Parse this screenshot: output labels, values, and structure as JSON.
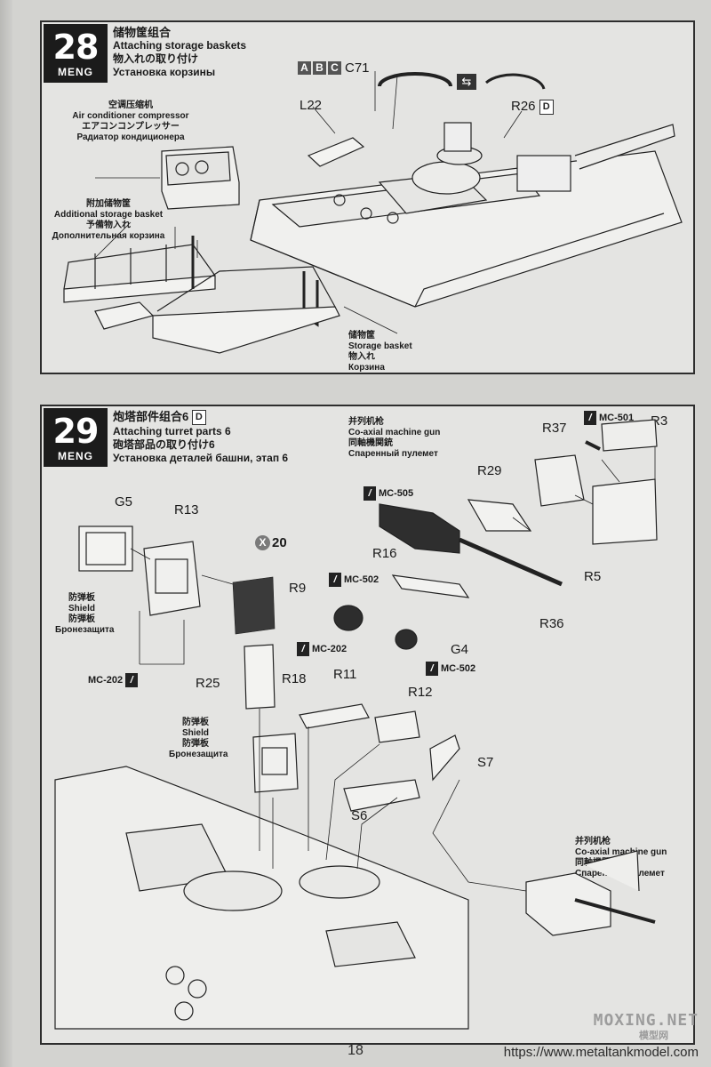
{
  "page_number": "18",
  "watermark": {
    "brand": "MOXING.NET",
    "sub": "模型网",
    "url": "https://www.metaltankmodel.com"
  },
  "step28": {
    "number": "28",
    "brand": "MENG",
    "title_zh": "储物筐组合",
    "title_en": "Attaching storage baskets",
    "title_jp": "物入れの取り付け",
    "title_ru": "Установка корзины",
    "air_conditioner": [
      "空调压缩机",
      "Air conditioner compressor",
      "エアコンコンプレッサー",
      "Радиатор кондиционера"
    ],
    "additional_basket": [
      "附加储物筐",
      "Additional storage basket",
      "予備物入れ",
      "Дополнительная корзина"
    ],
    "storage_basket": [
      "储物筐",
      "Storage basket",
      "物入れ",
      "Корзина"
    ],
    "sprue_letters": [
      "A",
      "B",
      "C"
    ],
    "parts": {
      "c71": "C71",
      "l22": "L22",
      "r26": "R26",
      "r26_sprue": "D"
    }
  },
  "step29": {
    "number": "29",
    "brand": "MENG",
    "title_zh": "炮塔部件组合6",
    "title_zh_sprue": "D",
    "title_en": "Attaching turret parts 6",
    "title_jp": "砲塔部品の取り付け6",
    "title_ru": "Установка деталей башни, этап 6",
    "coax_top": [
      "并列机枪",
      "Co-axial machine gun",
      "同軸機関銃",
      "Спаренный пулемет"
    ],
    "coax_bottom": [
      "并列机枪",
      "Co-axial machine gun",
      "同軸機関銃",
      "Спаренный пулемет"
    ],
    "shield_1": [
      "防弹板",
      "Shield",
      "防弾板",
      "Бронезащита"
    ],
    "shield_2": [
      "防弹板",
      "Shield",
      "防弾板",
      "Бронезащита"
    ],
    "quantity": {
      "symbol": "X",
      "count": "20"
    },
    "tools": {
      "t501": "MC-501",
      "t505": "MC-505",
      "t502a": "MC-502",
      "t202a": "MC-202",
      "t202b": "MC-202",
      "t502b": "MC-502"
    },
    "parts": {
      "g5": "G5",
      "r13": "R13",
      "r37": "R37",
      "r3": "R3",
      "r29": "R29",
      "r16": "R16",
      "r9": "R9",
      "r5": "R5",
      "r36": "R36",
      "g4": "G4",
      "r25": "R25",
      "r18": "R18",
      "r11": "R11",
      "r12": "R12",
      "s7": "S7",
      "s6": "S6"
    }
  }
}
